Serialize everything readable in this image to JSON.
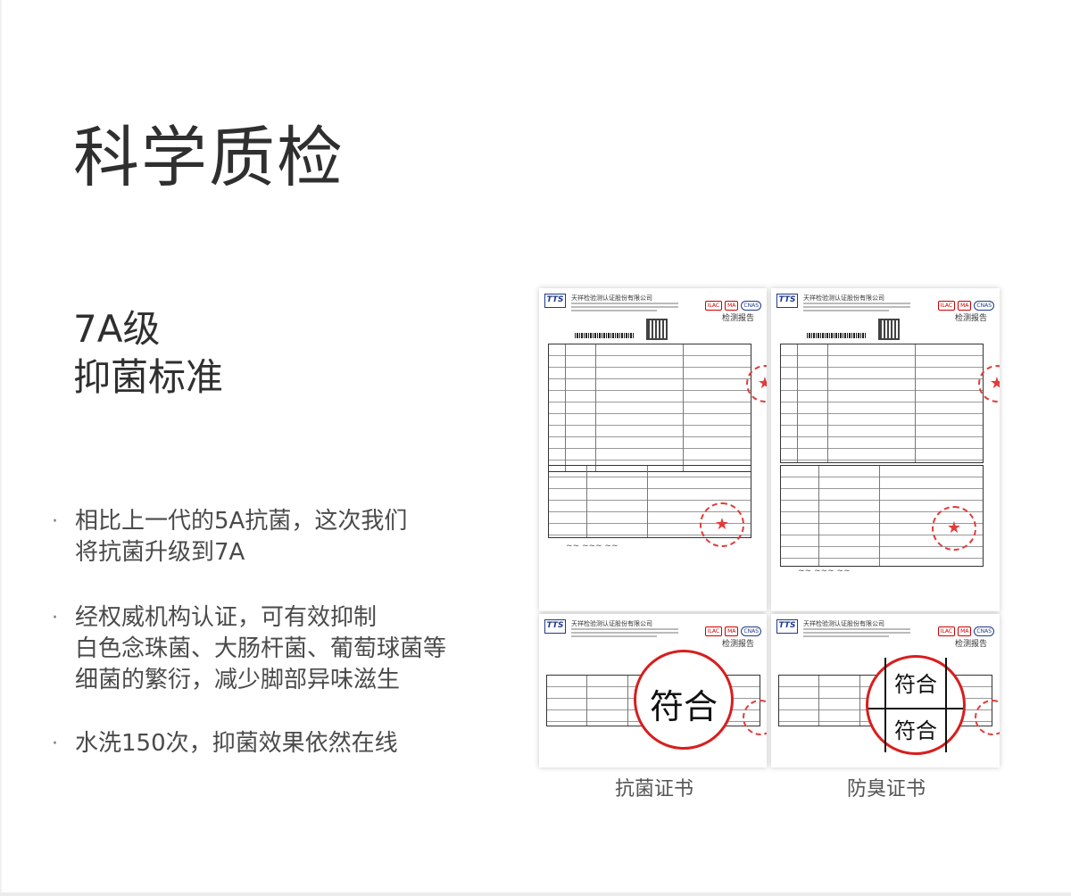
{
  "heading": {
    "title": "科学质检",
    "subtitle_line1": "7A级",
    "subtitle_line2": "抑菌标准"
  },
  "bullets": [
    {
      "line1": "相比上一代的5A抗菌，这次我们",
      "line2": "将抗菌升级到7A",
      "line3": ""
    },
    {
      "line1": "经权威机构认证，可有效抑制",
      "line2": "白色念珠菌、大肠杆菌、葡萄球菌等",
      "line3": "细菌的繁衍，减少脚部异味滋生"
    },
    {
      "line1": "水洗150次，抑菌效果依然在线",
      "line2": "",
      "line3": ""
    }
  ],
  "documents": {
    "org_name": "天祥检验测认证股份有限公司",
    "report_title": "检测报告",
    "logo_text": "TTS",
    "badges": [
      "ILAC",
      "MA",
      "CNAS"
    ],
    "stamp_text": "符合"
  },
  "captions": {
    "left": "抗菌证书",
    "right": "防臭证书"
  },
  "colors": {
    "stamp_red": "#d81e1e",
    "logo_blue": "#1f3a8a",
    "text": "#333333"
  }
}
